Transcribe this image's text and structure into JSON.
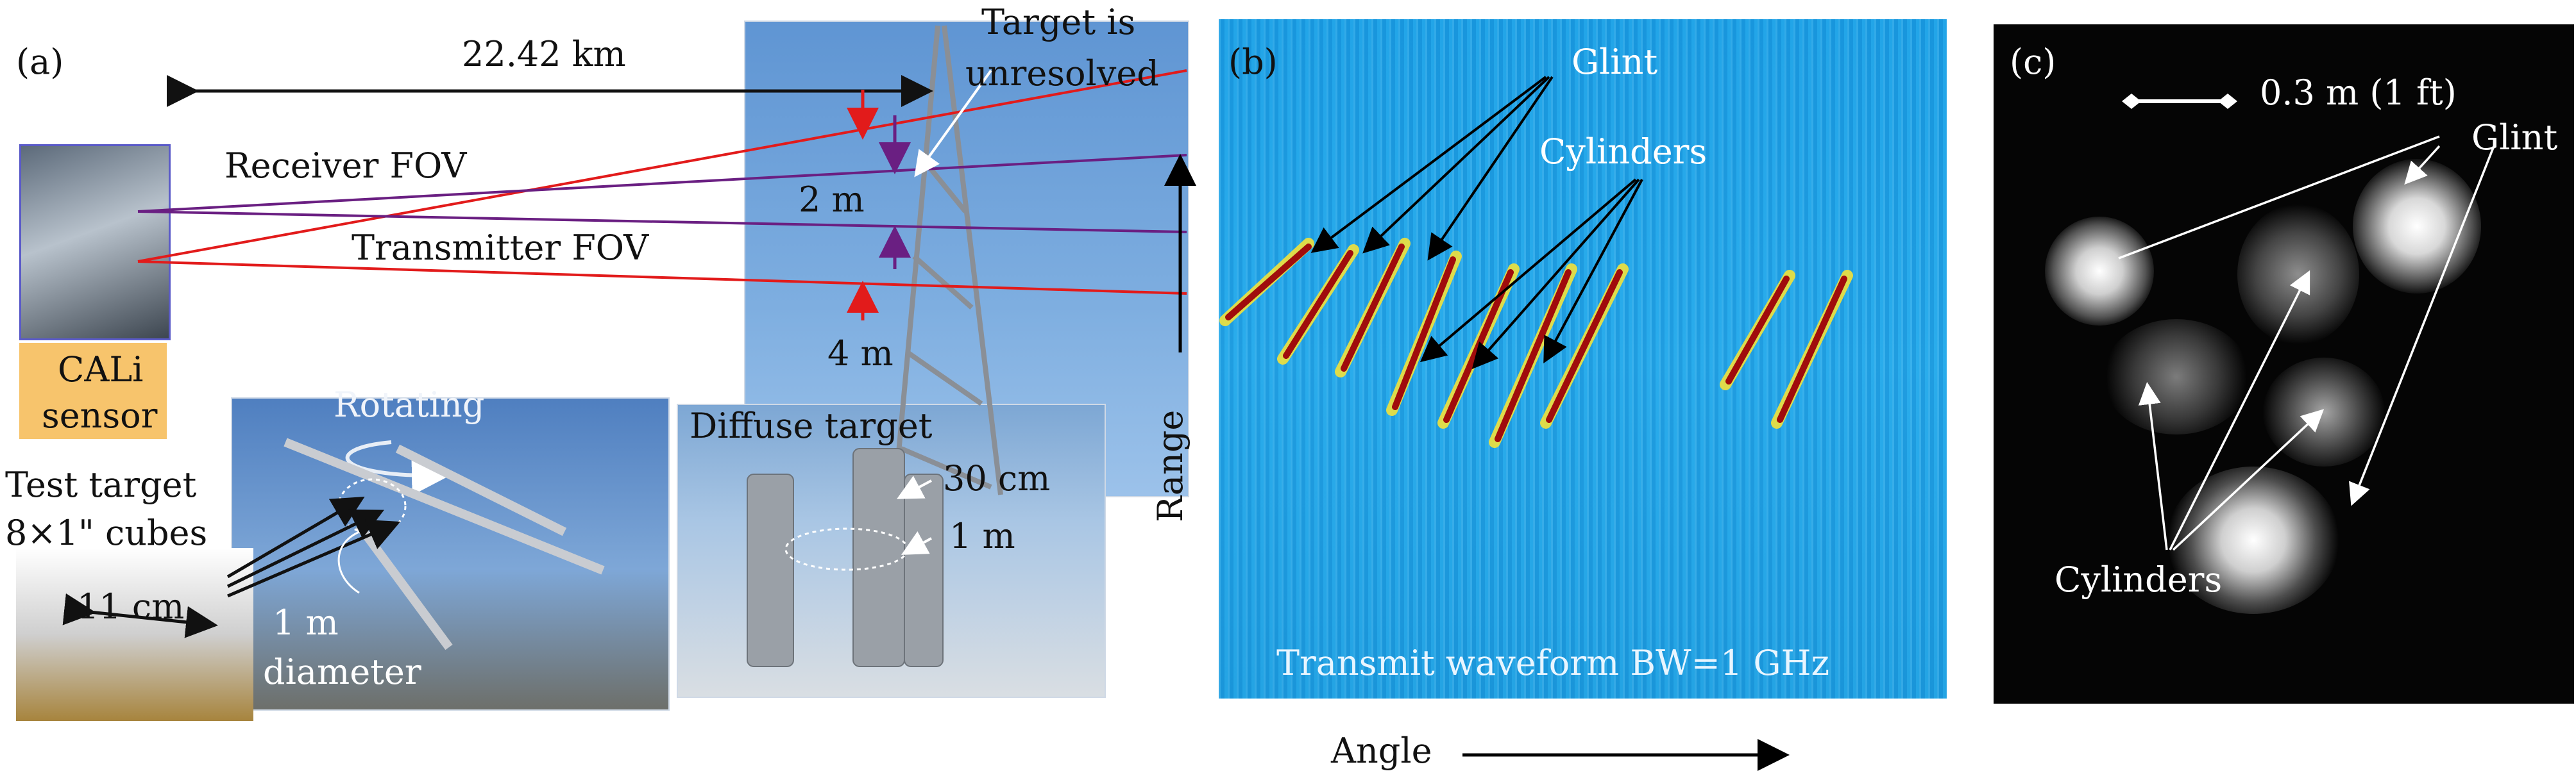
{
  "panel_a": {
    "panel_label": "(a)",
    "distance": "22.42 km",
    "target_note_line1": "Target is",
    "target_note_line2": "unresolved",
    "receiver_fov": "Receiver FOV",
    "transmitter_fov": "Transmitter FOV",
    "dim_2m": "2 m",
    "dim_4m": "4 m",
    "sensor_line1": "CALi",
    "sensor_line2": "sensor",
    "rotating": "Rotating",
    "test_target_line1": "Test target",
    "test_target_line2": "8×1\" cubes",
    "dim_11cm": "11 cm",
    "diameter_line1": "1 m",
    "diameter_line2": "diameter",
    "diffuse_target": "Diffuse target",
    "dim_30cm": "30 cm",
    "dim_1m": "1 m"
  },
  "panel_b": {
    "panel_label": "(b)",
    "glint": "Glint",
    "cylinders": "Cylinders",
    "waveform": "Transmit waveform BW=1 GHz",
    "axis_range": "Range",
    "axis_angle": "Angle"
  },
  "panel_c": {
    "panel_label": "(c)",
    "scale": "0.3 m (1 ft)",
    "glint": "Glint",
    "cylinders": "Cylinders"
  },
  "colors": {
    "sensor_badge": "#f7c46c",
    "transmitter_line": "#e21b1b",
    "receiver_line": "#6a1f82",
    "sky": "#6f9fd6",
    "spectro_bg": "#1fa3e6",
    "dark_panel": "#050505"
  }
}
